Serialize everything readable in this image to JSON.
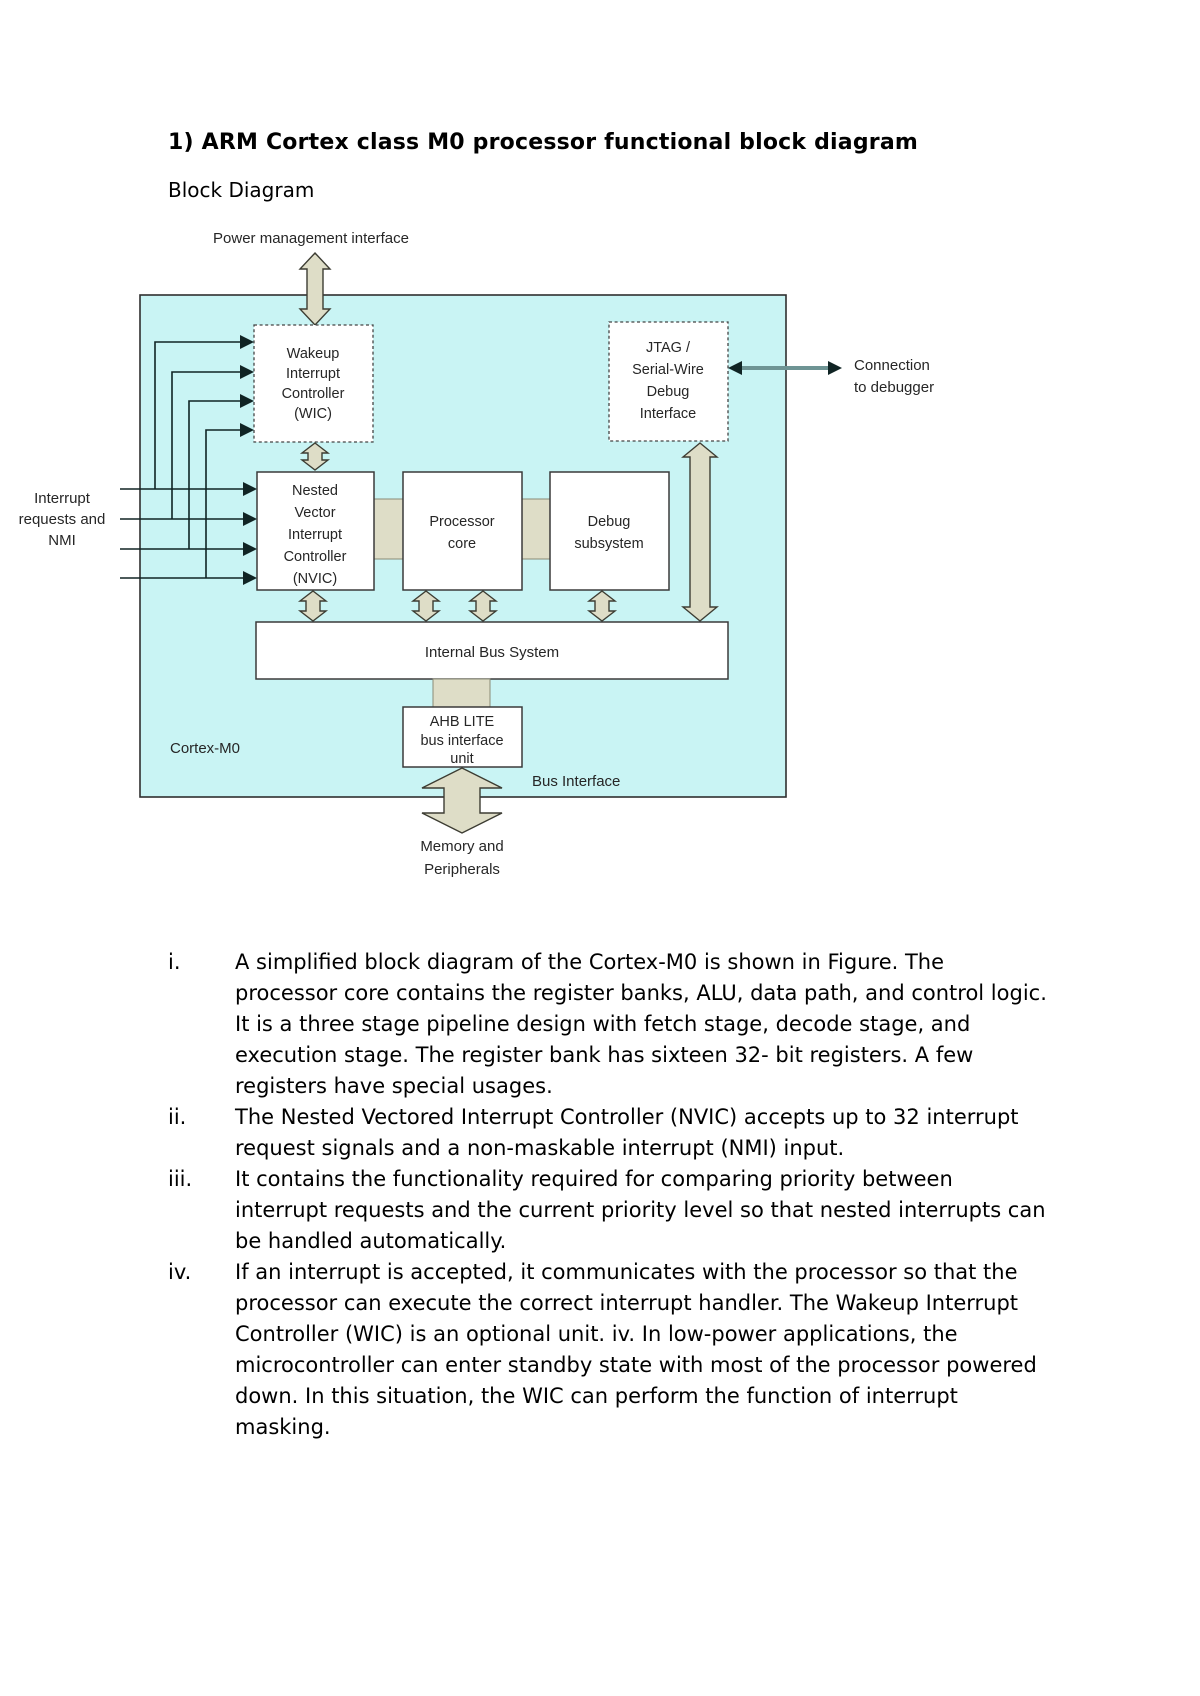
{
  "title": "1) ARM Cortex class M0 processor functional block diagram",
  "subtitle": "Block Diagram",
  "diagram": {
    "colors": {
      "container_fill": "#c9f4f4",
      "container_stroke": "#2f2f2f",
      "arrow_fill": "#deddc7",
      "wire_color": "#102424",
      "debug_link_color": "#6e9494"
    },
    "labels": {
      "power": "Power management interface",
      "wic": [
        "Wakeup",
        "Interrupt",
        "Controller",
        "(WIC)"
      ],
      "jtag": [
        "JTAG /",
        "Serial-Wire",
        "Debug",
        "Interface"
      ],
      "connection": [
        "Connection",
        "to debugger"
      ],
      "interrupt": [
        "Interrupt",
        "requests and",
        "NMI"
      ],
      "nvic": [
        "Nested",
        "Vector",
        "Interrupt",
        "Controller",
        "(NVIC)"
      ],
      "core": [
        "Processor",
        "core"
      ],
      "debug_subsystem": [
        "Debug",
        "subsystem"
      ],
      "bus": "Internal Bus System",
      "ahb": [
        "AHB LITE",
        "bus interface",
        "unit"
      ],
      "cortex": "Cortex-M0",
      "bus_interface": "Bus Interface",
      "memory": [
        "Memory and",
        "Peripherals"
      ]
    }
  },
  "notes": [
    {
      "label": "i.",
      "text": "A simplified block diagram of the Cortex-M0 is shown in Figure. The processor core contains the register banks, ALU, data path, and control logic. It is a three stage pipeline design with fetch stage, decode stage, and execution stage. The register bank has sixteen 32- bit registers. A few registers have special usages."
    },
    {
      "label": "ii.",
      "text": "The Nested Vectored Interrupt Controller (NVIC) accepts up to 32 interrupt request signals and a non-maskable interrupt (NMI) input."
    },
    {
      "label": "iii.",
      "text": "It contains the functionality required for comparing priority between interrupt requests and the current priority level so that nested interrupts can be handled automatically."
    },
    {
      "label": "iv.",
      "text": "If an interrupt is accepted, it communicates with the processor so that the processor can execute the correct interrupt handler. The Wakeup Interrupt Controller (WIC) is an optional unit. iv. In low-power applications, the microcontroller can enter standby state with most of the processor powered down. In this situation, the WIC can perform the function of interrupt masking."
    }
  ]
}
